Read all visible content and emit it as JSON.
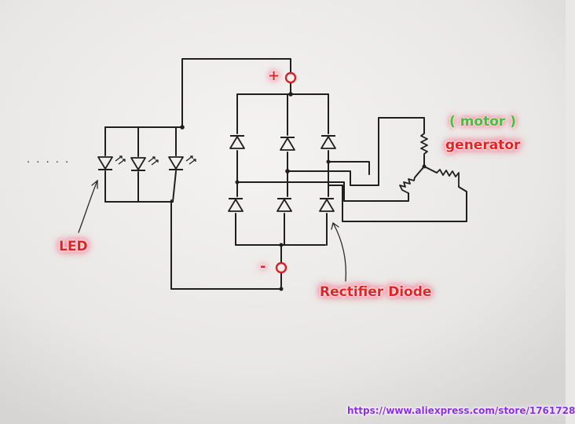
{
  "labels": {
    "plus": "+",
    "minus": "-",
    "motor": "( motor )",
    "generator": "generator",
    "led": "LED",
    "rectifier": "Rectifier Diode",
    "dots": ". . . . ."
  },
  "watermark": "https://www.aliexpress.com/store/1761728",
  "colors": {
    "ink": "#1f1f1f",
    "terminal": "#d8222a",
    "label_red": "#e02424",
    "label_green": "#3ec33a",
    "glow": "#ff4b6e",
    "watermark": "#8c2ee6"
  }
}
